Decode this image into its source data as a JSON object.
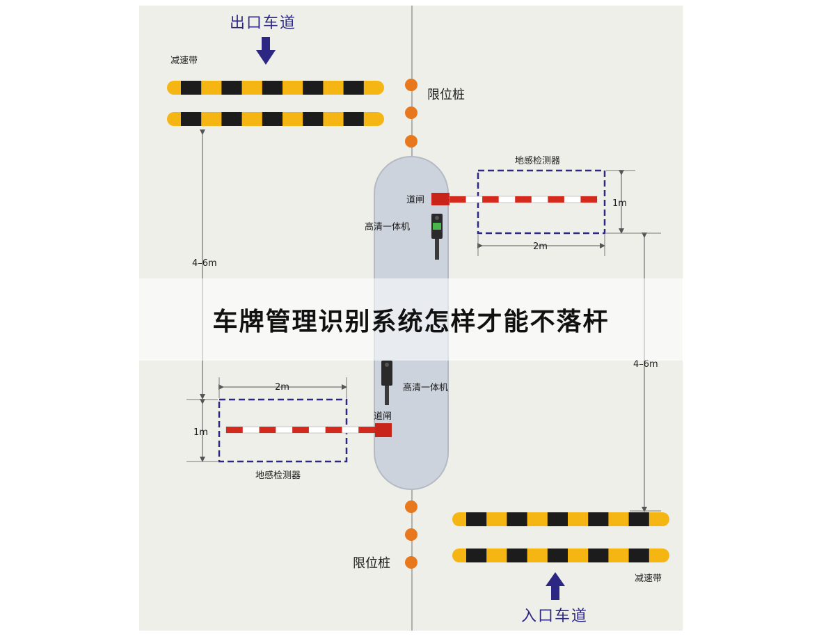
{
  "title": "车牌管理识别系统怎样才能不落杆",
  "labels": {
    "exit_lane": "出口车道",
    "entry_lane": "入口车道",
    "speed_bump_top": "减速带",
    "speed_bump_bottom": "减速带",
    "limit_post_top": "限位桩",
    "limit_post_bottom": "限位桩",
    "loop_detector_top": "地感检测器",
    "loop_detector_bottom": "地感检测器",
    "barrier_top": "道闸",
    "barrier_bottom": "道闸",
    "camera_top": "高清一体机",
    "camera_bottom": "高清一体机",
    "dim_2m_top": "2m",
    "dim_1m_top": "1m",
    "dim_2m_bottom": "2m",
    "dim_1m_bottom": "1m",
    "dim_4_6m_left": "4–6m",
    "dim_4_6m_right": "4–6m"
  },
  "colors": {
    "background": "#efefea",
    "island": "#cdd3dc",
    "speed_bump_yellow": "#f5b614",
    "speed_bump_black": "#1c1c1c",
    "limit_post": "#e8781e",
    "loop_border": "#2c2783",
    "barrier_red": "#d42a1e",
    "lane_arrow": "#2c2783"
  }
}
